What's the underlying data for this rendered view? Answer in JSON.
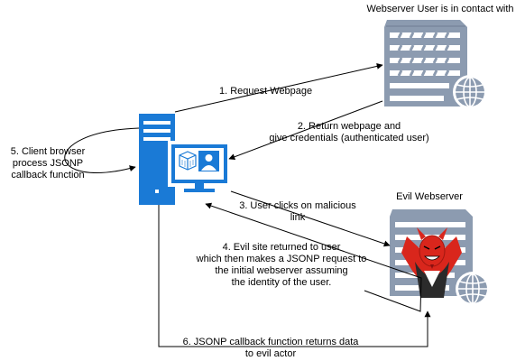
{
  "servers": {
    "good_label": "Webserver User is in contact with",
    "evil_label": "Evil Webserver"
  },
  "client": {
    "label_lines": [
      "5. Client browser",
      "process JSONP",
      "callback function"
    ]
  },
  "steps": {
    "s1": "1. Request Webpage",
    "s2_line1": "2. Return webpage and",
    "s2_line2": "give credentials (authenticated user)",
    "s3_line1": "3. User clicks on malicious",
    "s3_line2": "link",
    "s4_lines": [
      "4. Evil site returned to user",
      "which then makes a JSONP request to",
      "the initial webserver assuming",
      "the identity of the user."
    ],
    "s6_line1": "6. JSONP callback function returns data",
    "s6_line2": "to evil actor"
  },
  "colors": {
    "server_body": "#8c9bb0",
    "server_slot": "#ffffff",
    "globe": "#8c9bb0",
    "client_blue": "#1a7ad6",
    "devil_red": "#d9261c",
    "line": "#000000"
  },
  "icons": [
    "server-icon",
    "globe-icon",
    "computer-tower-icon",
    "monitor-icon",
    "cube-icon",
    "user-icon",
    "devil-icon"
  ]
}
